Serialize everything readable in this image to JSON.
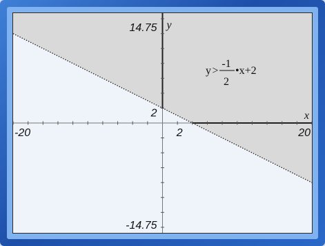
{
  "chart_data": {
    "type": "line",
    "title": "",
    "xlabel": "x",
    "ylabel": "y",
    "xlim": [
      -20,
      20
    ],
    "ylim": [
      -14.75,
      14.75
    ],
    "x_tick_labels": {
      "min": "-20",
      "max": "20",
      "mid": "2"
    },
    "y_tick_labels": {
      "max": "14.75",
      "min": "-14.75",
      "mid": "2"
    },
    "series": [
      {
        "x": [
          -20,
          20
        ],
        "y": [
          12,
          -8
        ],
        "style": "dotted"
      }
    ],
    "shading": "above",
    "inequality": {
      "lhs": "y",
      "op": ">",
      "numerator": "-1",
      "denominator": "2",
      "rhs_tail": "•x+2"
    },
    "grid": false
  },
  "colors": {
    "shaded_region": "#d9d9d9",
    "unshaded_region": "#eef4fa",
    "frame": "#1e4fa8",
    "axis": "#222222"
  }
}
